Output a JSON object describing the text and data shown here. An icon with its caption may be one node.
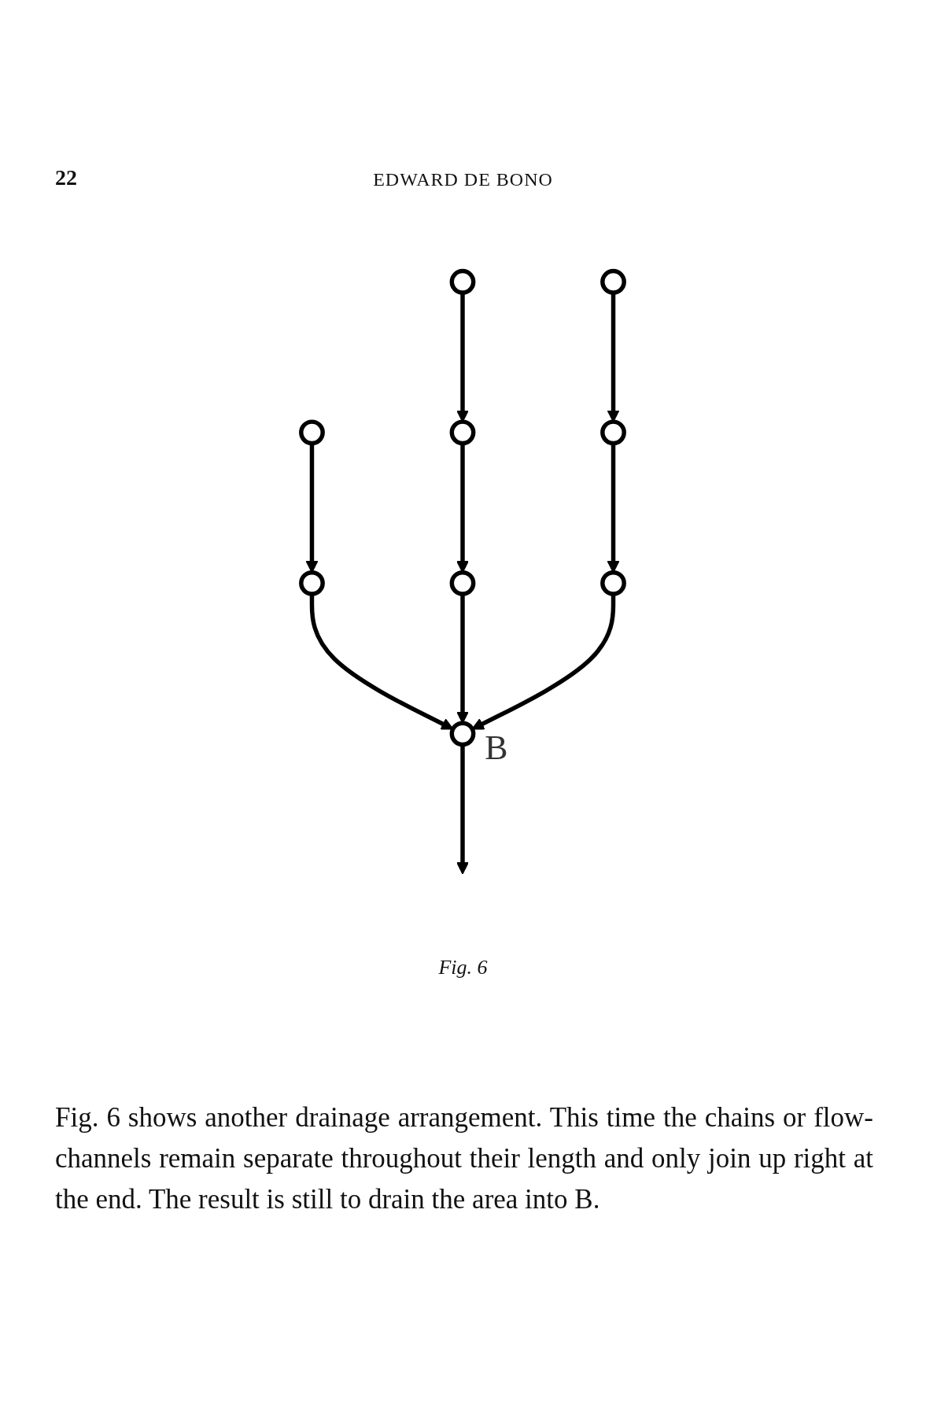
{
  "diagram": {
    "caption": "Fig. 6",
    "nodes": [
      {
        "text": [],
        "shape": "circle"
      },
      {
        "text": [],
        "shape": "circle"
      },
      {
        "text": [],
        "shape": "circle"
      },
      {
        "text": [],
        "shape": "circle"
      },
      {
        "text": [],
        "shape": "circle"
      },
      {
        "text": [],
        "shape": "circle",
        "beside": [
          "B"
        ]
      },
      {
        "text": [],
        "shape": "circle"
      },
      {
        "text": [],
        "shape": "circle"
      },
      {
        "text": [],
        "shape": "circle"
      }
    ],
    "edges": [
      {
        "from": 0,
        "to": 1,
        "arrow": "to"
      },
      {
        "from": 1,
        "to": 2,
        "arrow": "to"
      },
      {
        "from": 3,
        "to": 4,
        "arrow": "to"
      },
      {
        "from": 4,
        "to": 5,
        "arrow": "to"
      },
      {
        "from": 6,
        "to": 7,
        "arrow": "to"
      },
      {
        "from": 7,
        "to": 8,
        "arrow": "to"
      },
      {
        "from": 2,
        "to": 5,
        "arrow": "to"
      },
      {
        "from": 8,
        "to": 5,
        "arrow": "to"
      },
      {
        "from": 5,
        "to": null,
        "arrow": "to"
      }
    ],
    "labels": [
      "22",
      "EDWARD DE BONO",
      "Fig. 6 shows another drainage arrangement. This time the chains or flow-channels remain separate throughout their length and only join up right at the end. The result is still to drain the area into B."
    ]
  }
}
